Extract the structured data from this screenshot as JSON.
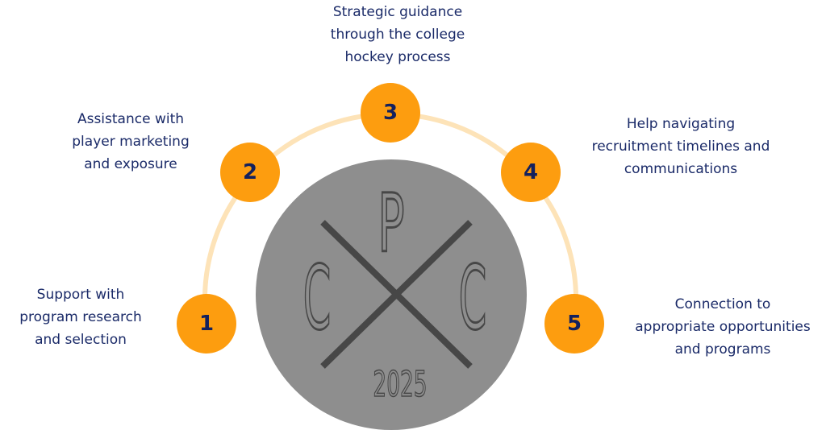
{
  "logo": {
    "letters": [
      "C",
      "P",
      "C"
    ],
    "year": "2025"
  },
  "steps": [
    {
      "number": "1",
      "text": [
        "Support with",
        "program research",
        "and selection"
      ]
    },
    {
      "number": "2",
      "text": [
        "Assistance with",
        "player marketing",
        "and exposure"
      ]
    },
    {
      "number": "3",
      "text": [
        "Strategic guidance",
        "through the college",
        "hockey process"
      ]
    },
    {
      "number": "4",
      "text": [
        "Help navigating",
        "recruitment timelines and",
        "communications"
      ]
    },
    {
      "number": "5",
      "text": [
        "Connection to",
        "appropriate opportunities",
        "and programs"
      ]
    }
  ],
  "colors": {
    "badge": "#fd9d0f",
    "arc": "#fde3b8",
    "text": "#1a2a68",
    "logo_bg": "#8e8e8e",
    "logo_ink": "#474747"
  }
}
